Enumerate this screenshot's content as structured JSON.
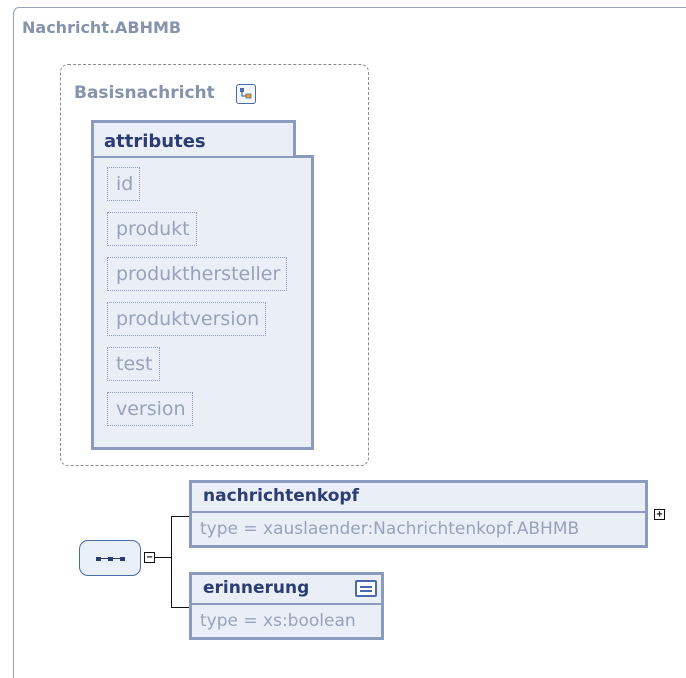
{
  "complex_type": {
    "title": "Nachricht.ABHMB"
  },
  "base_group": {
    "title": "Basisnachricht",
    "icon": "type-hierarchy-icon"
  },
  "attributes": {
    "title": "attributes",
    "items": [
      "id",
      "produkt",
      "produkthersteller",
      "produktversion",
      "test",
      "version"
    ]
  },
  "sequence": {
    "icon": "sequence-icon",
    "toggle": "−"
  },
  "elements": [
    {
      "name": "nachrichtenkopf",
      "type": "type = xauslaender:Nachrichtenkopf.ABHMB",
      "toggle": "+"
    },
    {
      "name": "erinnerung",
      "type": "type = xs:boolean",
      "icon": "documentation-icon"
    }
  ],
  "colors": {
    "element_border": "#8b9bbf",
    "element_fill": "#eaeef6",
    "element_title": "#2b3d72",
    "muted_text": "#97a3ba",
    "header_text": "#8693ad"
  }
}
